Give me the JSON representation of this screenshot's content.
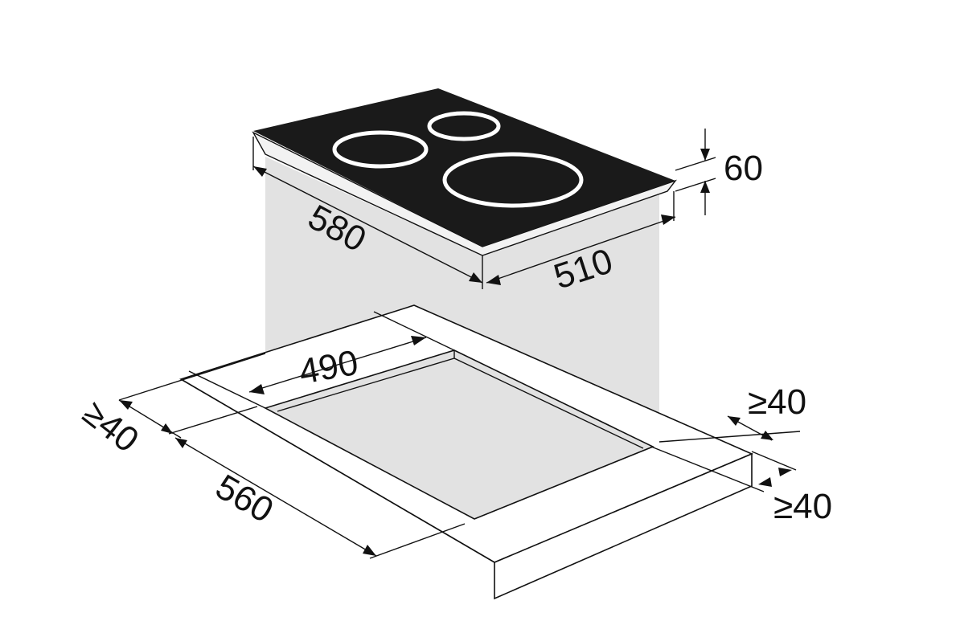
{
  "diagram": {
    "title_visible": false,
    "hob": {
      "burners": 3
    },
    "dimensions": {
      "height": "60",
      "width": "580",
      "depth": "510",
      "cutout_depth": "490",
      "cutout_width": "560",
      "clearance_back": "≥40",
      "clearance_side": "≥40",
      "clearance_front": "≥40"
    },
    "colors": {
      "hob": "#1a1a1a",
      "shade": "#e2e2e2",
      "line": "#111111"
    }
  }
}
